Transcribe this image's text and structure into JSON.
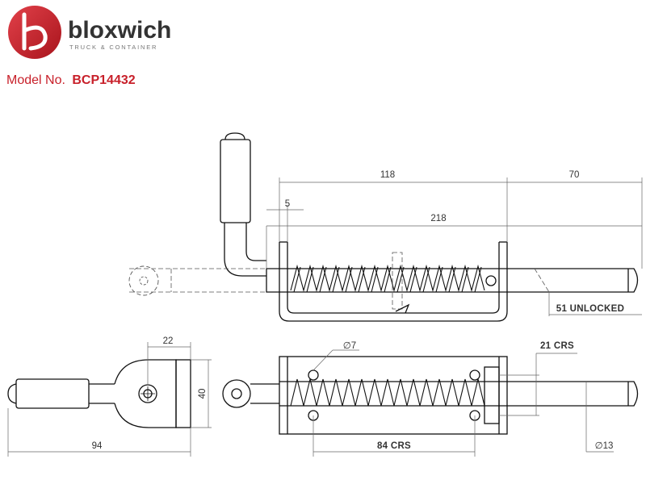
{
  "brand": {
    "name": "bloxwich",
    "tagline": "TRUCK & CONTAINER",
    "color": "#c8202a",
    "text_color": "#333333",
    "logo_icon": "bloxwich-b-roundel"
  },
  "model": {
    "label": "Model No.",
    "number": "BCP14432",
    "color": "#c8202a"
  },
  "drawing": {
    "line_color": "#111111",
    "dim_color": "#666666",
    "dimensions": {
      "top_span": "118",
      "top_right": "70",
      "small_offset": "5",
      "overall": "218",
      "unlocked": "51 UNLOCKED",
      "width": "22",
      "height": "40",
      "hole_dia": "∅7",
      "crs_vertical": "21 CRS",
      "left_length": "94",
      "crs_horizontal": "84 CRS",
      "pin_dia": "∅13"
    }
  }
}
